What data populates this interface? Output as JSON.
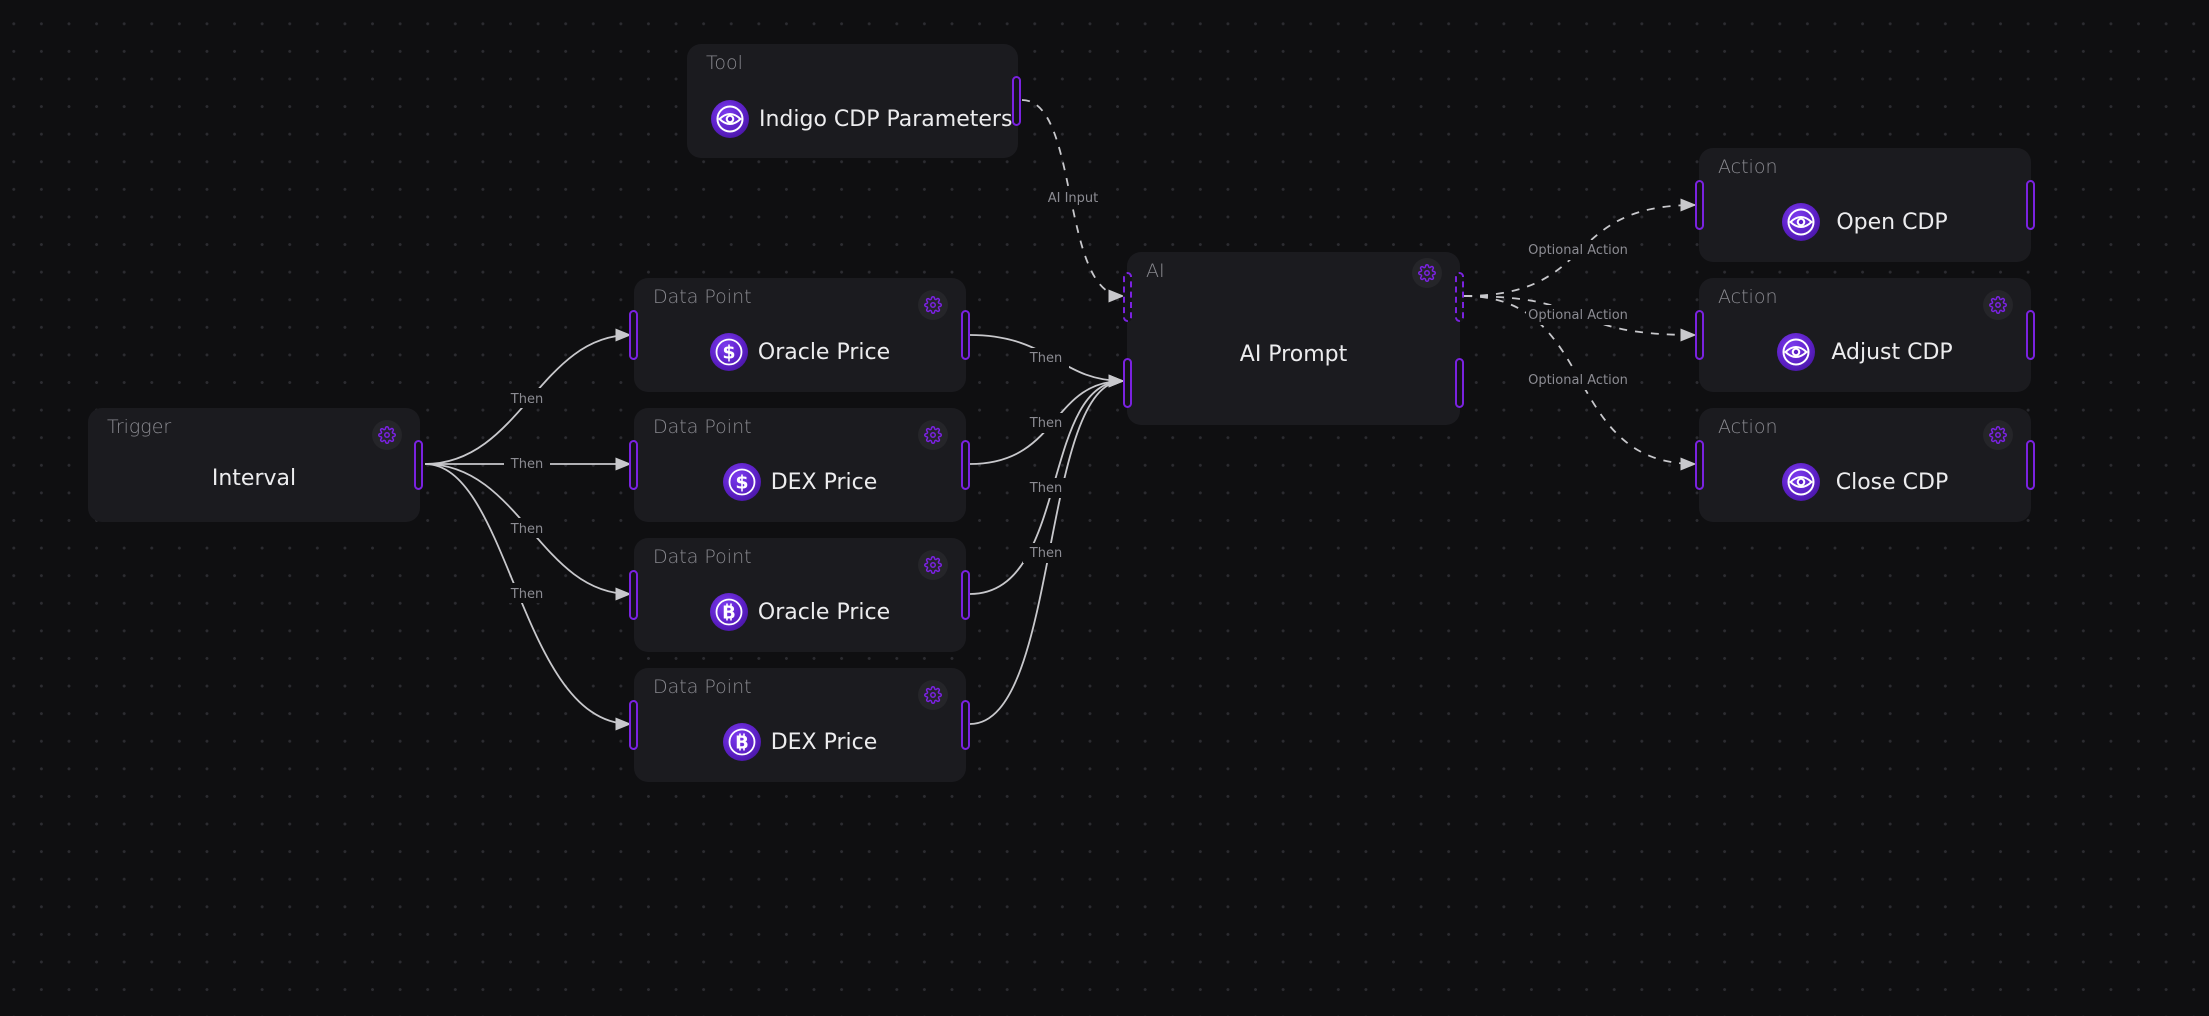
{
  "colors": {
    "canvas": "#0f0f11",
    "node": "#1b1b1f",
    "accent": "#7a22e0",
    "edge": "#c8c8cc",
    "edge_label": "#8c8c93"
  },
  "nodes": {
    "tool": {
      "type": "Tool",
      "label": "Indigo CDP Parameters",
      "icon": "indigo-eye-icon"
    },
    "trigger": {
      "type": "Trigger",
      "label": "Interval",
      "icon": "gear-icon"
    },
    "dp1": {
      "type": "Data Point",
      "label": "Oracle Price",
      "icon": "dollar-icon"
    },
    "dp2": {
      "type": "Data Point",
      "label": "DEX Price",
      "icon": "dollar-icon"
    },
    "dp3": {
      "type": "Data Point",
      "label": "Oracle Price",
      "icon": "bitcoin-icon"
    },
    "dp4": {
      "type": "Data Point",
      "label": "DEX Price",
      "icon": "bitcoin-icon"
    },
    "ai": {
      "type": "AI",
      "label": "AI Prompt",
      "icon": "gear-icon"
    },
    "action1": {
      "type": "Action",
      "label": "Open CDP",
      "icon": "indigo-eye-icon"
    },
    "action2": {
      "type": "Action",
      "label": "Adjust CDP",
      "icon": "indigo-eye-icon"
    },
    "action3": {
      "type": "Action",
      "label": "Close CDP",
      "icon": "indigo-eye-icon"
    }
  },
  "edges": {
    "then": "Then",
    "ai_input": "AI Input",
    "optional_action": "Optional Action"
  }
}
